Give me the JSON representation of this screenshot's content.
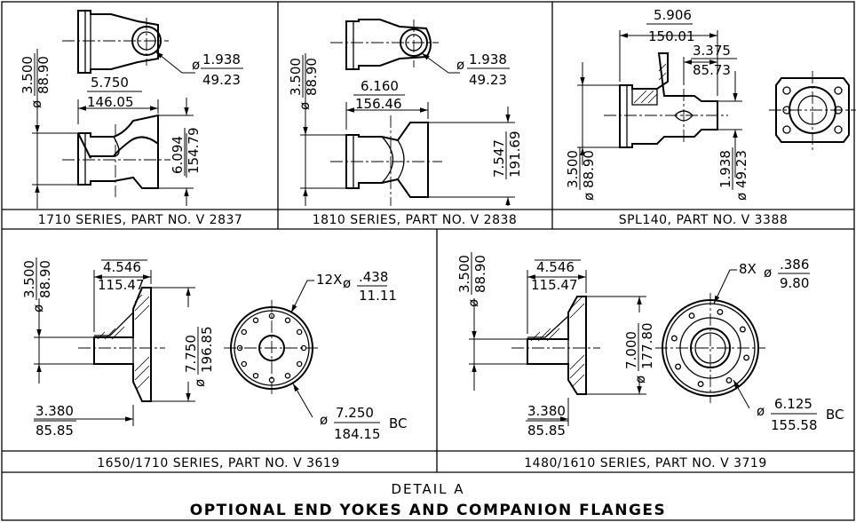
{
  "panels": [
    {
      "caption": "1710 SERIES, PART NO. V 2837",
      "dims": {
        "dia_in": "3.500",
        "dia_mm": "88.90",
        "len_in": "5.750",
        "len_mm": "146.05",
        "hole_in": "1.938",
        "hole_mm": "49.23",
        "height_in": "6.094",
        "height_mm": "154.79"
      }
    },
    {
      "caption": "1810 SERIES, PART NO. V 2838",
      "dims": {
        "dia_in": "3.500",
        "dia_mm": "88.90",
        "len_in": "6.160",
        "len_mm": "156.46",
        "hole_in": "1.938",
        "hole_mm": "49.23",
        "height_in": "7.547",
        "height_mm": "191.69"
      }
    },
    {
      "caption": "SPL140, PART NO. V 3388",
      "dims": {
        "len_in": "5.906",
        "len_mm": "150.01",
        "off_in": "3.375",
        "off_mm": "85.73",
        "dia_in": "3.500",
        "dia_mm": "88.90",
        "hole_in": "1.938",
        "hole_mm": "49.23"
      }
    },
    {
      "caption": "1650/1710 SERIES, PART NO. V 3619",
      "dims": {
        "dia_in": "3.500",
        "dia_mm": "88.90",
        "len_in": "4.546",
        "len_mm": "115.47",
        "bolt_count": "12X",
        "bolt_in": ".438",
        "bolt_mm": "11.11",
        "od_in": "7.750",
        "od_mm": "196.85",
        "bc_in": "7.250",
        "bc_mm": "184.15",
        "bc": "BC",
        "pilot_in": "3.380",
        "pilot_mm": "85.85"
      }
    },
    {
      "caption": "1480/1610 SERIES, PART NO. V 3719",
      "dims": {
        "dia_in": "3.500",
        "dia_mm": "88.90",
        "len_in": "4.546",
        "len_mm": "115.47",
        "bolt_count": "8X",
        "bolt_in": ".386",
        "bolt_mm": "9.80",
        "od_in": "7.000",
        "od_mm": "177.80",
        "bc_in": "6.125",
        "bc_mm": "155.58",
        "bc": "BC",
        "pilot_in": "3.380",
        "pilot_mm": "85.85"
      }
    }
  ],
  "symbols": {
    "diameter": "ø"
  },
  "footer": {
    "detail": "DETAIL A",
    "title": "OPTIONAL END YOKES AND COMPANION FLANGES"
  }
}
